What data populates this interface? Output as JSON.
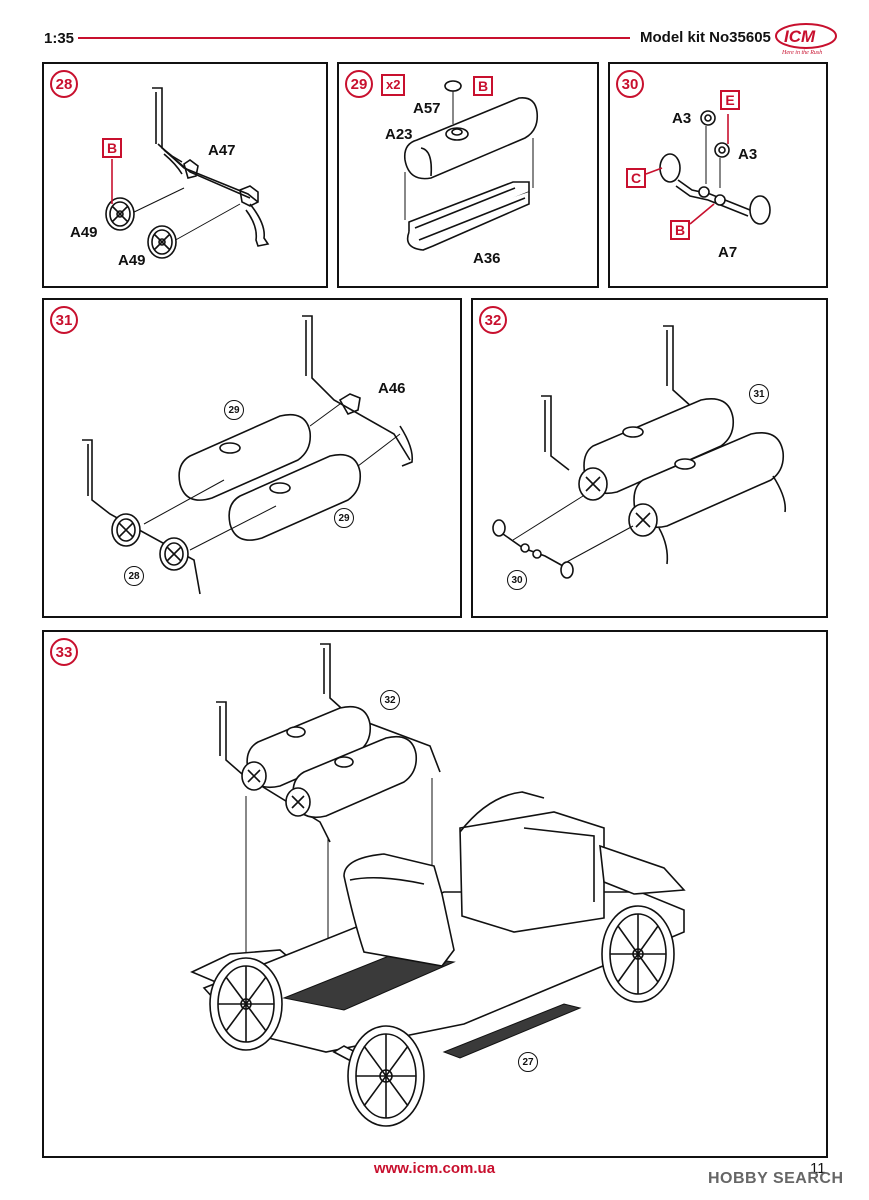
{
  "header": {
    "scale": "1:35",
    "kit": "Model kit No35605",
    "logo_text": "ICM",
    "logo_tagline": "Here in the Rush",
    "accent_color": "#c8102e"
  },
  "steps": [
    {
      "number": "28",
      "labels": [
        "A47",
        "A49",
        "A49"
      ],
      "boxes": [
        "B"
      ]
    },
    {
      "number": "29",
      "multiplier": "x2",
      "labels": [
        "A57",
        "A23",
        "A36"
      ],
      "boxes": [
        "B"
      ]
    },
    {
      "number": "30",
      "labels": [
        "A3",
        "A3",
        "A7"
      ],
      "boxes": [
        "E",
        "C",
        "B"
      ]
    },
    {
      "number": "31",
      "labels": [
        "A46"
      ],
      "refs": [
        "29",
        "29",
        "28"
      ]
    },
    {
      "number": "32",
      "refs": [
        "31",
        "30"
      ]
    },
    {
      "number": "33",
      "refs": [
        "32",
        "27"
      ]
    }
  ],
  "footer": {
    "url": "www.icm.com.ua",
    "page": "11",
    "watermark": "HOBBY SEARCH"
  }
}
